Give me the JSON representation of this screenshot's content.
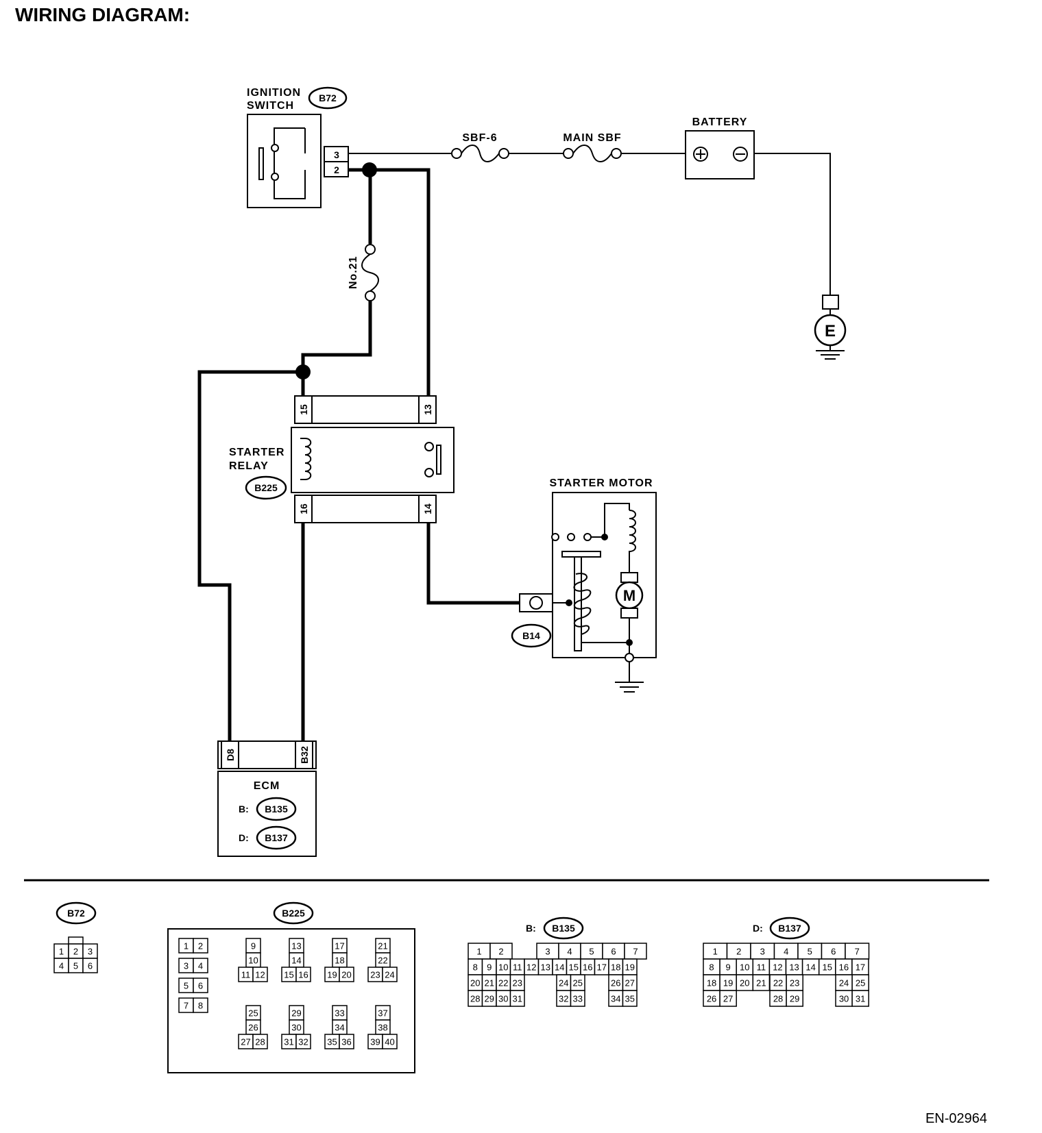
{
  "title": "WIRING DIAGRAM:",
  "reference_code": "EN-02964",
  "components": {
    "ignition_switch": {
      "label_line1": "IGNITION",
      "label_line2": "SWITCH",
      "connector": "B72",
      "pins": [
        "3",
        "2"
      ]
    },
    "fuse_sbf6": {
      "label": "SBF-6"
    },
    "fuse_main_sbf": {
      "label": "MAIN SBF"
    },
    "battery": {
      "label": "BATTERY"
    },
    "fuse_no21": {
      "label": "No.21"
    },
    "ground_e": {
      "label": "E"
    },
    "starter_relay": {
      "label_line1": "STARTER",
      "label_line2": "RELAY",
      "connector": "B225",
      "pins_top": [
        "15",
        "13"
      ],
      "pins_bottom": [
        "16",
        "14"
      ]
    },
    "starter_motor": {
      "label": "STARTER MOTOR",
      "connector": "B14",
      "motor_symbol": "M"
    },
    "ecm": {
      "label": "ECM",
      "pins": [
        "D8",
        "B32"
      ],
      "conn_b_prefix": "B:",
      "conn_b": "B135",
      "conn_d_prefix": "D:",
      "conn_d": "B137"
    }
  },
  "connectors": {
    "b72": {
      "name": "B72",
      "rows": [
        [
          "1",
          "2",
          "3"
        ],
        [
          "4",
          "5",
          "6"
        ]
      ]
    },
    "b225": {
      "name": "B225",
      "pairs": [
        [
          "1",
          "2"
        ],
        [
          "3",
          "4"
        ],
        [
          "5",
          "6"
        ],
        [
          "7",
          "8"
        ]
      ],
      "blocks": [
        [
          "9",
          "10",
          "11",
          "12"
        ],
        [
          "13",
          "14",
          "15",
          "16"
        ],
        [
          "17",
          "18",
          "19",
          "20"
        ],
        [
          "21",
          "22",
          "23",
          "24"
        ],
        [
          "25",
          "26",
          "27",
          "28"
        ],
        [
          "29",
          "30",
          "31",
          "32"
        ],
        [
          "33",
          "34",
          "35",
          "36"
        ],
        [
          "37",
          "38",
          "39",
          "40"
        ]
      ]
    },
    "b135": {
      "prefix": "B:",
      "name": "B135",
      "row1": [
        "1",
        "2",
        "3",
        "4",
        "5",
        "6",
        "7"
      ],
      "row2": [
        "8",
        "9",
        "10",
        "11",
        "12",
        "13",
        "14",
        "15",
        "16",
        "17",
        "18",
        "19"
      ],
      "row3a": [
        "20",
        "21",
        "22",
        "23"
      ],
      "row3b": [
        "24",
        "25"
      ],
      "row3c": [
        "26",
        "27"
      ],
      "row4a": [
        "28",
        "29",
        "30",
        "31"
      ],
      "row4b": [
        "32",
        "33"
      ],
      "row4c": [
        "34",
        "35"
      ]
    },
    "b137": {
      "prefix": "D:",
      "name": "B137",
      "row1": [
        "1",
        "2",
        "3",
        "4",
        "5",
        "6",
        "7"
      ],
      "row2": [
        "8",
        "9",
        "10",
        "11",
        "12",
        "13",
        "14",
        "15",
        "16",
        "17"
      ],
      "row3a": [
        "18",
        "19",
        "20",
        "21"
      ],
      "row3b": [
        "22",
        "23"
      ],
      "row3c": [
        "24",
        "25"
      ],
      "row4a": [
        "26",
        "27"
      ],
      "row4b": [
        "28",
        "29"
      ],
      "row4c": [
        "30",
        "31"
      ]
    }
  },
  "colors": {
    "ink": "#000000",
    "paper": "#ffffff"
  }
}
